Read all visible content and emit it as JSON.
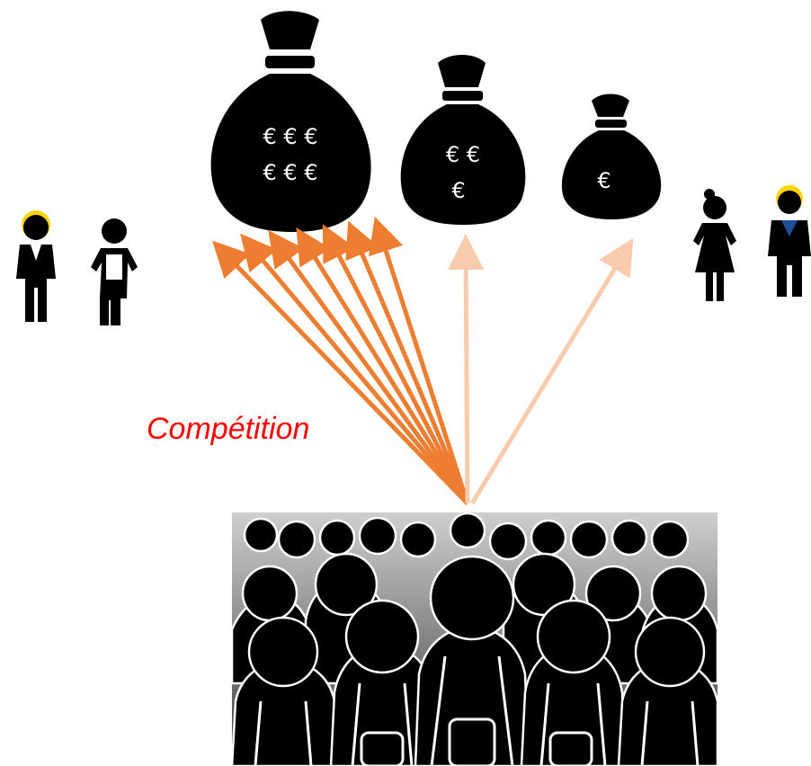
{
  "bags": [
    {
      "id": "large",
      "lines": [
        "€ € €",
        "€ € €"
      ]
    },
    {
      "id": "medium",
      "lines": [
        "€ €",
        "€"
      ]
    },
    {
      "id": "small",
      "lines": [
        "€"
      ]
    }
  ],
  "label": {
    "text": "Compétition",
    "color": "#ff0000"
  },
  "arrows": {
    "strong_color": "#ed7d31",
    "light_color": "#f8cbad",
    "to_large_count": 7,
    "to_medium_count": 1,
    "to_small_count": 1
  },
  "icons": {
    "left_people": [
      "man-in-suit-icon",
      "person-with-backpack-icon"
    ],
    "right_people": [
      "woman-in-dress-icon",
      "man-in-suit-icon"
    ],
    "money": "money-bag-icon",
    "crowd": "crowd-of-students-icon"
  }
}
